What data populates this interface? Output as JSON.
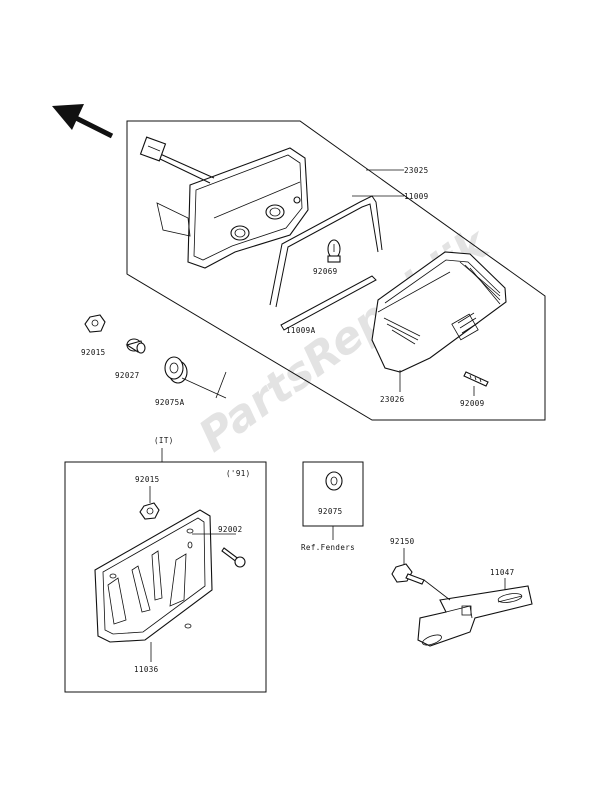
{
  "watermark": "PartsRepublik",
  "labels": {
    "p23025": "23025",
    "p11009": "11009",
    "p92069": "92069",
    "p11009A": "11009A",
    "p23026": "23026",
    "p92009": "92009",
    "p92015a": "92015",
    "p92027": "92027",
    "p92075A": "92075A",
    "variant_it": "(IT)",
    "year_91": "('91)",
    "p92015b": "92015",
    "p92002": "92002",
    "p11036": "11036",
    "p92075": "92075",
    "ref_fenders": "Ref.Fenders",
    "p92150": "92150",
    "p11047": "11047"
  },
  "icons": {
    "direction_arrow": "front-direction-arrow-icon",
    "gear_watermark": "gear-icon"
  }
}
